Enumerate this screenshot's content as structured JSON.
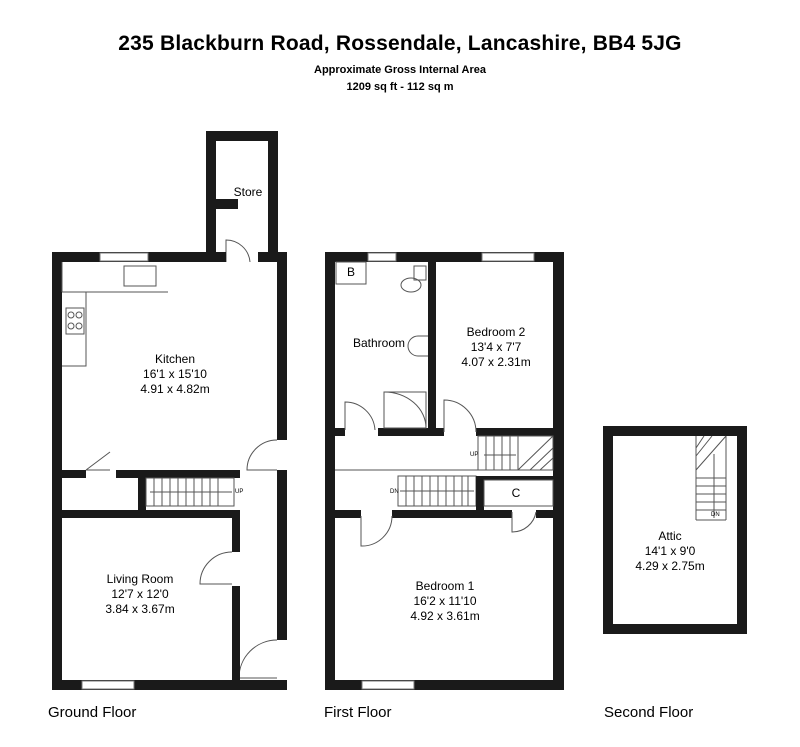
{
  "header": {
    "title": "235 Blackburn Road, Rossendale, Lancashire, BB4 5JG",
    "area_heading": "Approximate Gross Internal Area",
    "area_value": "1209 sq ft - 112 sq m"
  },
  "rooms": {
    "store": {
      "name": "Store"
    },
    "kitchen": {
      "name": "Kitchen",
      "imperial": "16'1 x 15'10",
      "metric": "4.91 x 4.82m"
    },
    "living_room": {
      "name": "Living Room",
      "imperial": "12'7 x 12'0",
      "metric": "3.84 x 3.67m"
    },
    "bathroom": {
      "name": "Bathroom"
    },
    "boiler": {
      "name": "B"
    },
    "bedroom2": {
      "name": "Bedroom 2",
      "imperial": "13'4 x 7'7",
      "metric": "4.07 x 2.31m"
    },
    "cupboard": {
      "name": "C"
    },
    "bedroom1": {
      "name": "Bedroom 1",
      "imperial": "16'2 x 11'10",
      "metric": "4.92 x 3.61m"
    },
    "attic": {
      "name": "Attic",
      "imperial": "14'1 x 9'0",
      "metric": "4.29 x 2.75m"
    }
  },
  "stairs": {
    "ground_up": "UP",
    "first_up": "UP",
    "first_down": "DN",
    "second_down": "DN"
  },
  "floors": {
    "ground": "Ground Floor",
    "first": "First Floor",
    "second": "Second Floor"
  }
}
